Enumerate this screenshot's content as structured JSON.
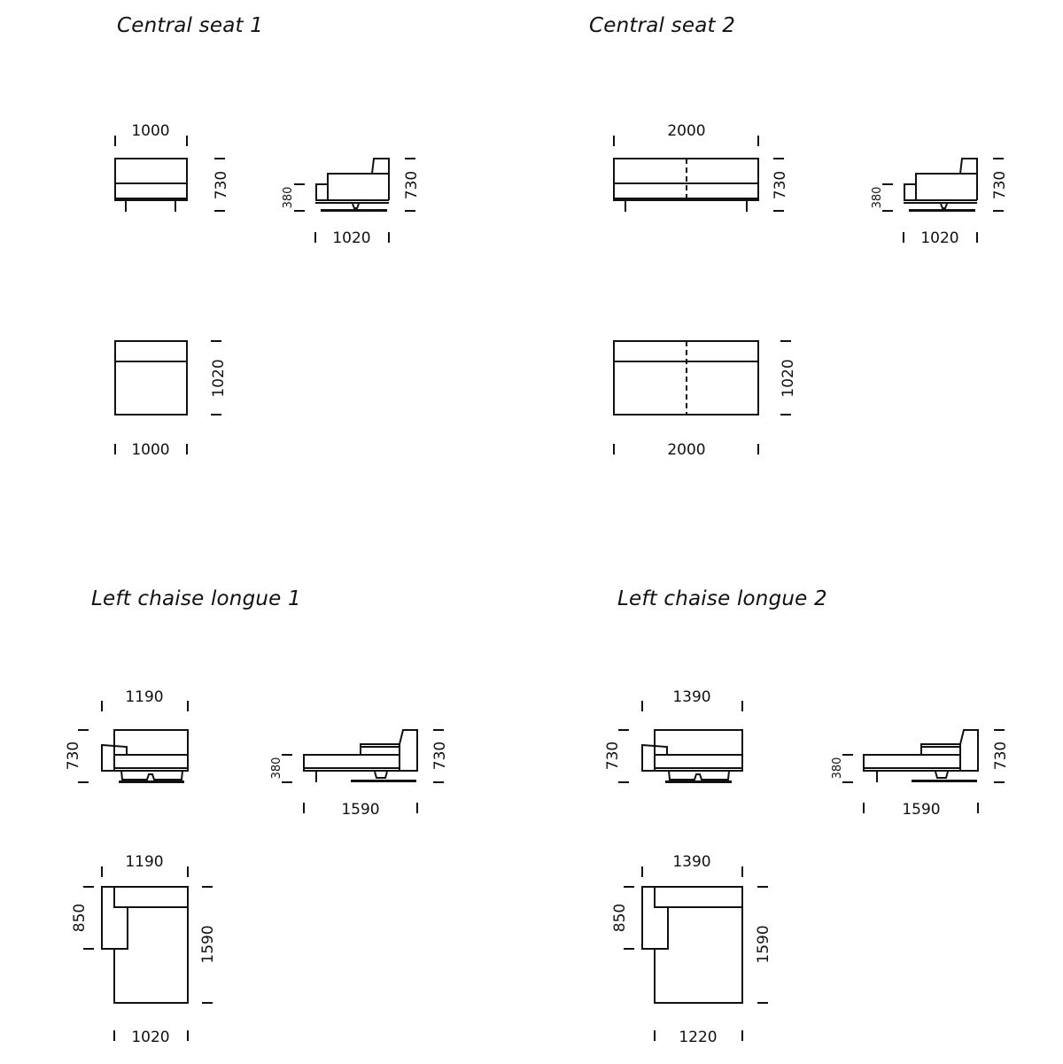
{
  "sections": [
    {
      "title": "Central seat 1",
      "front_view": {
        "width": "1000",
        "height": "730"
      },
      "side_view": {
        "seat_height": "380",
        "height": "730",
        "depth": "1020"
      },
      "top_view": {
        "depth": "1020",
        "width": "1000"
      }
    },
    {
      "title": "Central seat 2",
      "front_view": {
        "width": "2000",
        "height": "730"
      },
      "side_view": {
        "seat_height": "380",
        "height": "730",
        "depth": "1020"
      },
      "top_view": {
        "depth": "1020",
        "width": "2000"
      }
    },
    {
      "title": "Left chaise longue 1",
      "front_view": {
        "width": "1190",
        "height": "730"
      },
      "side_view": {
        "seat_height": "380",
        "height": "730",
        "depth": "1590"
      },
      "top_view": {
        "width": "1190",
        "arm_depth": "850",
        "depth": "1590",
        "seat_width": "1020"
      }
    },
    {
      "title": "Left chaise longue 2",
      "front_view": {
        "width": "1390",
        "height": "730"
      },
      "side_view": {
        "seat_height": "380",
        "height": "730",
        "depth": "1590"
      },
      "top_view": {
        "width": "1390",
        "arm_depth": "850",
        "depth": "1590",
        "seat_width": "1220"
      }
    }
  ]
}
